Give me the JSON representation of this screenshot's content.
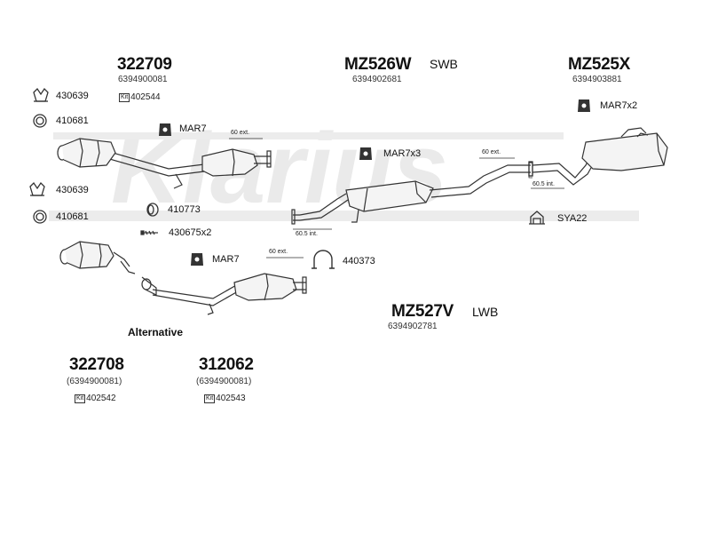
{
  "watermark": "Klarius",
  "left_group": {
    "part_number": "322709",
    "oe_number": "6394900081",
    "kit_prefix": "Kit",
    "kit_number": "402544",
    "fittings_top": [
      {
        "label": "430639",
        "icon": "bracket-clamp-icon"
      },
      {
        "label": "410681",
        "icon": "ring-gasket-icon"
      }
    ],
    "fittings_mid": [
      {
        "label": "430639",
        "icon": "bracket-clamp-icon"
      },
      {
        "label": "410681",
        "icon": "ring-gasket-icon"
      }
    ],
    "fitting_410773": "410773",
    "fitting_430675": "430675x2",
    "mar_top": "MAR7",
    "mar_bottom": "MAR7",
    "ext_top": "60 ext.",
    "ext_bottom": "60 ext.",
    "fitting_440373": "440373",
    "alternative_label": "Alternative"
  },
  "center_group": {
    "part_number": "MZ526W",
    "variant": "SWB",
    "oe_number": "6394902681",
    "mar": "MAR7x3",
    "int_label": "60.5 int.",
    "ext_label": "60 ext."
  },
  "right_group": {
    "part_number": "MZ525X",
    "oe_number": "6394903881",
    "mar": "MAR7x2",
    "int_label": "60.5 int.",
    "hanger": "SYA22"
  },
  "lwb_group": {
    "part_number": "MZ527V",
    "variant": "LWB",
    "oe_number": "6394902781"
  },
  "alternatives": [
    {
      "part_number": "322708",
      "oe_number": "(6394900081)",
      "kit_prefix": "Kit",
      "kit_number": "402542"
    },
    {
      "part_number": "312062",
      "oe_number": "(6394900081)",
      "kit_prefix": "Kit",
      "kit_number": "402543"
    }
  ]
}
